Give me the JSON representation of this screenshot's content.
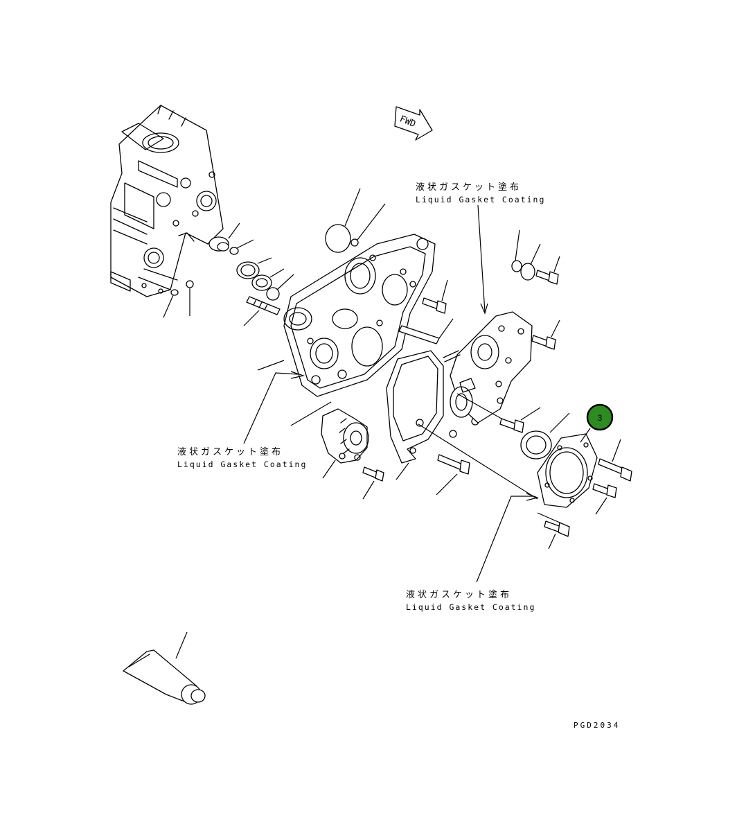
{
  "orientation_marker": {
    "label": "FWD"
  },
  "callouts": [
    {
      "jp": "液状ガスケット塗布",
      "en": "Liquid Gasket Coating"
    },
    {
      "jp": "液状ガスケット塗布",
      "en": "Liquid Gasket Coating"
    },
    {
      "jp": "液状ガスケット塗布",
      "en": "Liquid Gasket Coating"
    }
  ],
  "highlighted_part": {
    "number": "3",
    "color": "#2e8b22"
  },
  "drawing_code": "PGD2034"
}
